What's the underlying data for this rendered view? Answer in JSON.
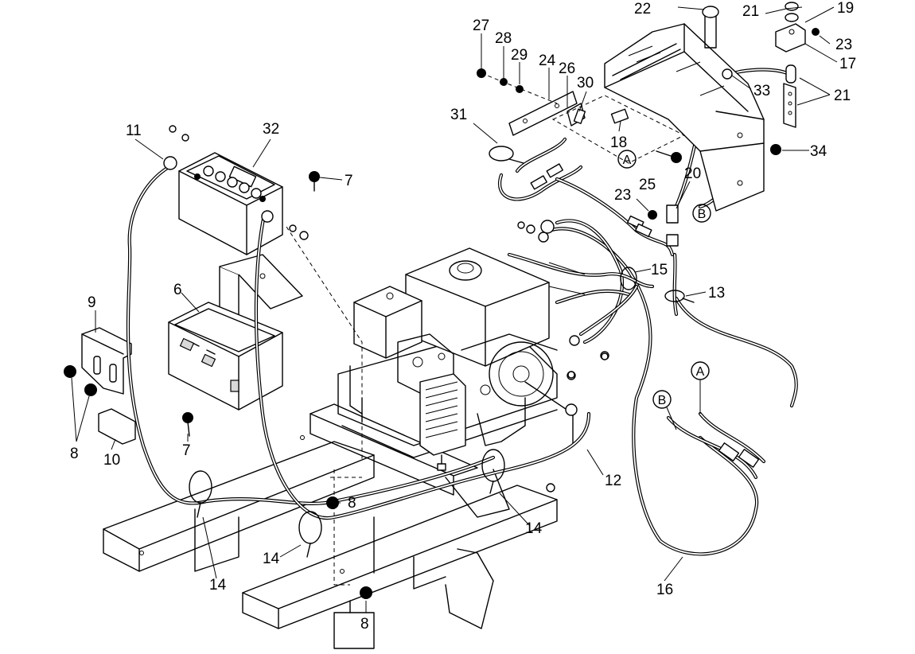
{
  "callouts": [
    {
      "id": "c-22",
      "text": "22"
    },
    {
      "id": "c-21a",
      "text": "21"
    },
    {
      "id": "c-19",
      "text": "19"
    },
    {
      "id": "c-23a",
      "text": "23"
    },
    {
      "id": "c-17",
      "text": "17"
    },
    {
      "id": "c-21b",
      "text": "21"
    },
    {
      "id": "c-33",
      "text": "33"
    },
    {
      "id": "c-27",
      "text": "27"
    },
    {
      "id": "c-28",
      "text": "28"
    },
    {
      "id": "c-29",
      "text": "29"
    },
    {
      "id": "c-24",
      "text": "24"
    },
    {
      "id": "c-26",
      "text": "26"
    },
    {
      "id": "c-30",
      "text": "30"
    },
    {
      "id": "c-31",
      "text": "31"
    },
    {
      "id": "c-18",
      "text": "18"
    },
    {
      "id": "c-25",
      "text": "25"
    },
    {
      "id": "c-20",
      "text": "20"
    },
    {
      "id": "c-34",
      "text": "34"
    },
    {
      "id": "c-23b",
      "text": "23"
    },
    {
      "id": "c-11",
      "text": "11"
    },
    {
      "id": "c-32",
      "text": "32"
    },
    {
      "id": "c-7a",
      "text": "7"
    },
    {
      "id": "c-15",
      "text": "15"
    },
    {
      "id": "c-13",
      "text": "13"
    },
    {
      "id": "c-9",
      "text": "9"
    },
    {
      "id": "c-6",
      "text": "6"
    },
    {
      "id": "c-8a",
      "text": "8"
    },
    {
      "id": "c-10",
      "text": "10"
    },
    {
      "id": "c-7b",
      "text": "7"
    },
    {
      "id": "c-12",
      "text": "12"
    },
    {
      "id": "c-8b",
      "text": "8"
    },
    {
      "id": "c-14a",
      "text": "14"
    },
    {
      "id": "c-14b",
      "text": "14"
    },
    {
      "id": "c-14c",
      "text": "14"
    },
    {
      "id": "c-16",
      "text": "16"
    },
    {
      "id": "c-8c",
      "text": "8"
    }
  ],
  "connector_marks": [
    {
      "id": "m-a1",
      "text": "A"
    },
    {
      "id": "m-b1",
      "text": "B"
    },
    {
      "id": "m-a2",
      "text": "A"
    },
    {
      "id": "m-b2",
      "text": "B"
    }
  ]
}
